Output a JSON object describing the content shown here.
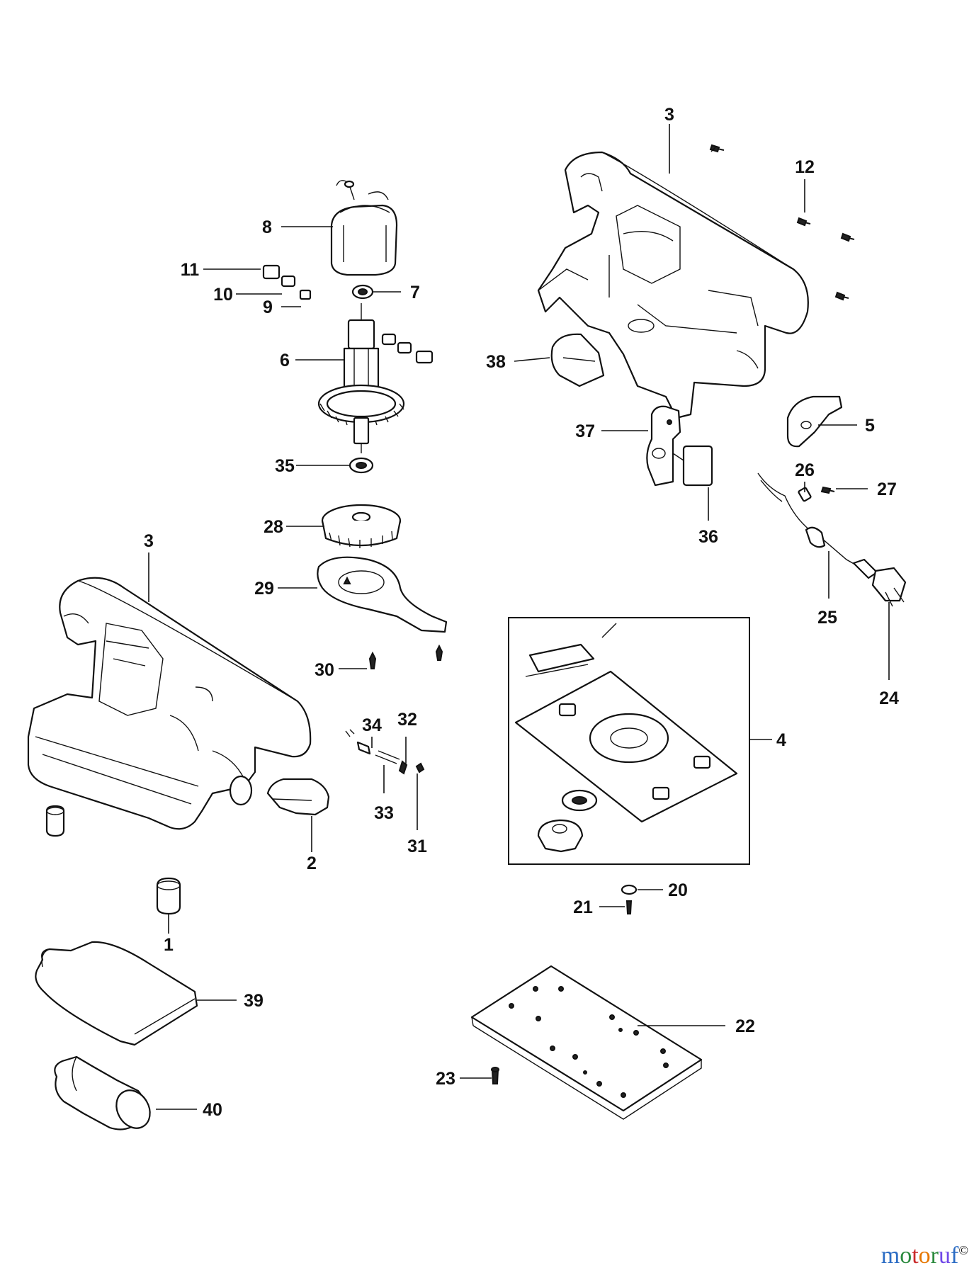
{
  "colors": {
    "ink": "#111111",
    "background": "#ffffff",
    "watermark": [
      "#2b6cc4",
      "#2b8a3e",
      "#c92a2a",
      "#e67700",
      "#2b8a3e",
      "#7048e8"
    ]
  },
  "callouts": [
    {
      "id": "c1",
      "label": "1"
    },
    {
      "id": "c2",
      "label": "2"
    },
    {
      "id": "c3a",
      "label": "3"
    },
    {
      "id": "c3b",
      "label": "3"
    },
    {
      "id": "c4",
      "label": "4"
    },
    {
      "id": "c5",
      "label": "5"
    },
    {
      "id": "c6",
      "label": "6"
    },
    {
      "id": "c7",
      "label": "7"
    },
    {
      "id": "c8",
      "label": "8"
    },
    {
      "id": "c9",
      "label": "9"
    },
    {
      "id": "c10",
      "label": "10"
    },
    {
      "id": "c11",
      "label": "11"
    },
    {
      "id": "c12",
      "label": "12"
    },
    {
      "id": "c20",
      "label": "20"
    },
    {
      "id": "c21",
      "label": "21"
    },
    {
      "id": "c22",
      "label": "22"
    },
    {
      "id": "c23",
      "label": "23"
    },
    {
      "id": "c24",
      "label": "24"
    },
    {
      "id": "c25",
      "label": "25"
    },
    {
      "id": "c26",
      "label": "26"
    },
    {
      "id": "c27",
      "label": "27"
    },
    {
      "id": "c28",
      "label": "28"
    },
    {
      "id": "c29",
      "label": "29"
    },
    {
      "id": "c30",
      "label": "30"
    },
    {
      "id": "c31",
      "label": "31"
    },
    {
      "id": "c32",
      "label": "32"
    },
    {
      "id": "c33",
      "label": "33"
    },
    {
      "id": "c34",
      "label": "34"
    },
    {
      "id": "c35",
      "label": "35"
    },
    {
      "id": "c36",
      "label": "36"
    },
    {
      "id": "c37",
      "label": "37"
    },
    {
      "id": "c38",
      "label": "38"
    },
    {
      "id": "c39",
      "label": "39"
    },
    {
      "id": "c40",
      "label": "40"
    }
  ],
  "watermark": {
    "letters": [
      "m",
      "o",
      "t",
      "o",
      "r",
      "u",
      "f"
    ],
    "badge": "©"
  }
}
